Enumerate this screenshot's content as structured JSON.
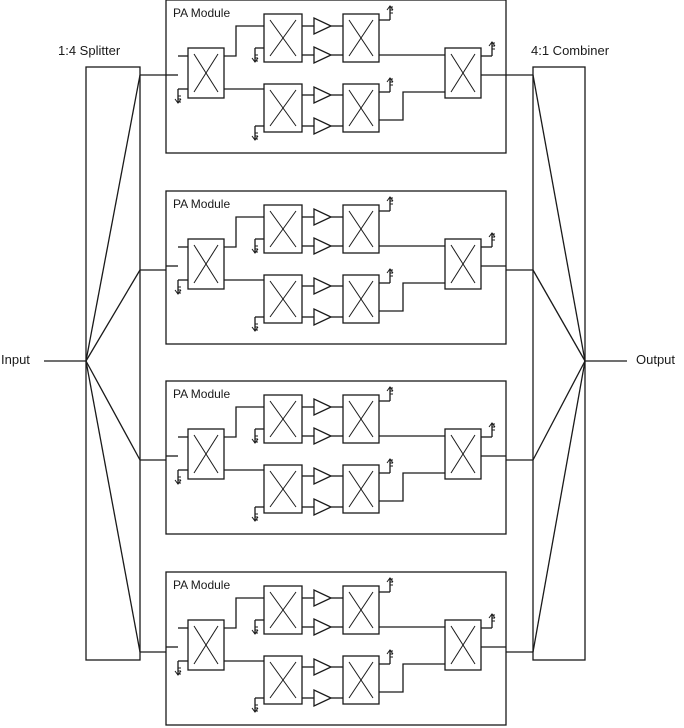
{
  "labels": {
    "splitter": "1:4 Splitter",
    "combiner": "4:1 Combiner",
    "input": "Input",
    "output": "Output"
  },
  "modules": [
    {
      "title": "PA Module"
    },
    {
      "title": "PA Module"
    },
    {
      "title": "PA Module"
    },
    {
      "title": "PA Module"
    }
  ],
  "colors": {
    "stroke": "#1a1a1a",
    "background": "#ffffff"
  }
}
